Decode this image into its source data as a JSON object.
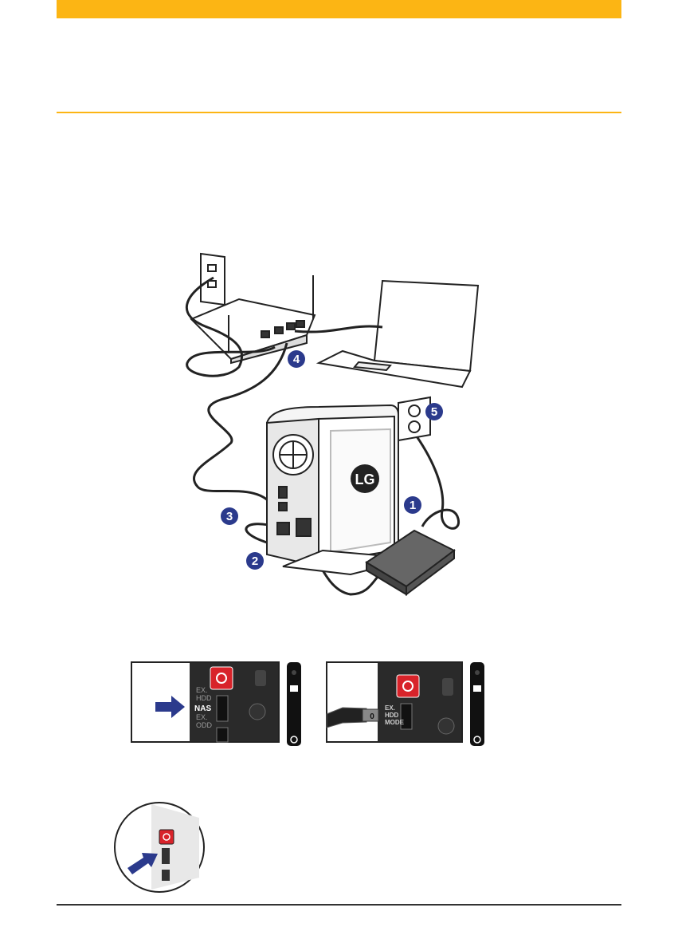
{
  "theme": {
    "accent": "#fcb514",
    "badge": "#2b3a8c",
    "power_red": "#d8232a",
    "dark_panel": "#2a2a2a",
    "bottom_rule": "#333333"
  },
  "callouts": [
    "1",
    "2",
    "3",
    "4",
    "5"
  ],
  "device_logo": "LG",
  "switch_panel_nas": {
    "ex_hdd": "EX.\nHDD",
    "nas": "NAS",
    "ex_odd": "EX.\nODD"
  },
  "switch_panel_hdd": {
    "ex_hdd_mode": "EX.\nHDD\nMODE"
  },
  "usb_plug_mark": "0",
  "icons": [
    "power-icon",
    "network-icon",
    "lock-icon",
    "usb-icon",
    "arrow-icon",
    "led-strip"
  ]
}
